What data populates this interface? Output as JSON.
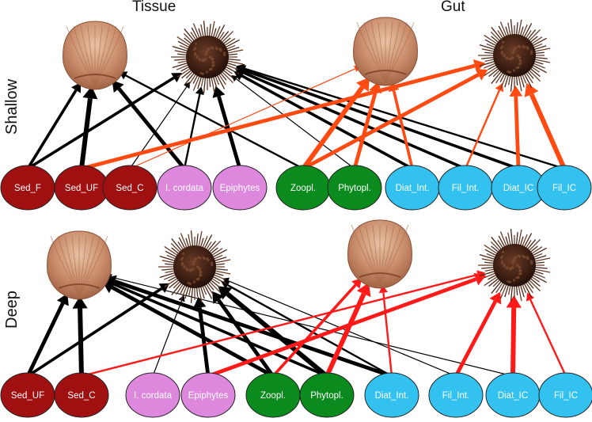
{
  "headers": {
    "left": "Tissue",
    "right": "Gut"
  },
  "rows": {
    "top": "Shallow",
    "bottom": "Deep"
  },
  "colors": {
    "sediment": "#a01010",
    "macrophyte": "#dd88dd",
    "plankton": "#0b8a1e",
    "microalgae": "#33c2f0",
    "tissue_link": "#000000",
    "gut_shallow_link": "#ff4a12",
    "gut_deep_link": "#ff1a1a"
  },
  "shallow": {
    "nodes": [
      {
        "id": "sed_f",
        "label": "Sed_F",
        "group": "sediment"
      },
      {
        "id": "sed_uf",
        "label": "Sed_UF",
        "group": "sediment"
      },
      {
        "id": "sed_c",
        "label": "Sed_C",
        "group": "sediment"
      },
      {
        "id": "icordata",
        "label": "I. cordata",
        "group": "macrophyte"
      },
      {
        "id": "epiphytes",
        "label": "Epiphytes",
        "group": "macrophyte"
      },
      {
        "id": "zoopl",
        "label": "Zoopl.",
        "group": "plankton"
      },
      {
        "id": "phytopl",
        "label": "Phytopl.",
        "group": "plankton"
      },
      {
        "id": "diat_int",
        "label": "Diat_Int.",
        "group": "microalgae"
      },
      {
        "id": "fil_int",
        "label": "Fil_Int.",
        "group": "microalgae"
      },
      {
        "id": "diat_ic",
        "label": "Diat_IC",
        "group": "microalgae"
      },
      {
        "id": "fil_ic",
        "label": "Fil_IC",
        "group": "microalgae"
      }
    ],
    "consumers": [
      {
        "id": "clam_tissue",
        "kind": "clam"
      },
      {
        "id": "urchin_tissue",
        "kind": "urchin"
      },
      {
        "id": "clam_gut",
        "kind": "clam"
      },
      {
        "id": "urchin_gut",
        "kind": "urchin"
      }
    ],
    "links": [
      {
        "from": "sed_f",
        "to": "clam_tissue",
        "weight": 3
      },
      {
        "from": "sed_uf",
        "to": "clam_tissue",
        "weight": 5
      },
      {
        "from": "sed_f",
        "to": "urchin_tissue",
        "weight": 3
      },
      {
        "from": "icordata",
        "to": "clam_tissue",
        "weight": 4
      },
      {
        "from": "icordata",
        "to": "urchin_tissue",
        "weight": 2
      },
      {
        "from": "epiphytes",
        "to": "urchin_tissue",
        "weight": 4
      },
      {
        "from": "sed_c",
        "to": "urchin_tissue",
        "weight": 1
      },
      {
        "from": "zoopl",
        "to": "clam_tissue",
        "weight": 2
      },
      {
        "from": "diat_int",
        "to": "urchin_tissue",
        "weight": 3
      },
      {
        "from": "fil_int",
        "to": "urchin_tissue",
        "weight": 3
      },
      {
        "from": "diat_ic",
        "to": "urchin_tissue",
        "weight": 3
      },
      {
        "from": "fil_ic",
        "to": "urchin_tissue",
        "weight": 2
      },
      {
        "from": "phytopl",
        "to": "urchin_tissue",
        "weight": 1
      },
      {
        "from": "sed_uf",
        "to": "urchin_gut",
        "weight": 4
      },
      {
        "from": "sed_c",
        "to": "clam_gut",
        "weight": 1
      },
      {
        "from": "zoopl",
        "to": "clam_gut",
        "weight": 5
      },
      {
        "from": "zoopl",
        "to": "urchin_gut",
        "weight": 4
      },
      {
        "from": "phytopl",
        "to": "clam_gut",
        "weight": 4
      },
      {
        "from": "diat_int",
        "to": "clam_gut",
        "weight": 3
      },
      {
        "from": "fil_int",
        "to": "urchin_gut",
        "weight": 2
      },
      {
        "from": "diat_ic",
        "to": "urchin_gut",
        "weight": 4
      },
      {
        "from": "fil_ic",
        "to": "urchin_gut",
        "weight": 5
      }
    ]
  },
  "deep": {
    "nodes": [
      {
        "id": "sed_uf",
        "label": "Sed_UF",
        "group": "sediment"
      },
      {
        "id": "sed_c",
        "label": "Sed_C",
        "group": "sediment"
      },
      {
        "id": "icordata",
        "label": "I. cordata",
        "group": "macrophyte"
      },
      {
        "id": "epiphytes",
        "label": "Epiphytes",
        "group": "macrophyte"
      },
      {
        "id": "zoopl",
        "label": "Zoopl.",
        "group": "plankton"
      },
      {
        "id": "phytopl",
        "label": "Phytopl.",
        "group": "plankton"
      },
      {
        "id": "diat_int",
        "label": "Diat_Int.",
        "group": "microalgae"
      },
      {
        "id": "fil_int",
        "label": "Fil_Int.",
        "group": "microalgae"
      },
      {
        "id": "diat_ic",
        "label": "Diat_IC",
        "group": "microalgae"
      },
      {
        "id": "fil_ic",
        "label": "Fil_IC",
        "group": "microalgae"
      }
    ],
    "consumers": [
      {
        "id": "clam_tissue",
        "kind": "clam"
      },
      {
        "id": "urchin_tissue",
        "kind": "urchin"
      },
      {
        "id": "clam_gut",
        "kind": "clam"
      },
      {
        "id": "urchin_gut",
        "kind": "urchin"
      }
    ],
    "links": [
      {
        "from": "sed_uf",
        "to": "clam_tissue",
        "weight": 4
      },
      {
        "from": "sed_c",
        "to": "clam_tissue",
        "weight": 5
      },
      {
        "from": "sed_uf",
        "to": "urchin_tissue",
        "weight": 3
      },
      {
        "from": "icordata",
        "to": "urchin_tissue",
        "weight": 1
      },
      {
        "from": "epiphytes",
        "to": "urchin_tissue",
        "weight": 4
      },
      {
        "from": "zoopl",
        "to": "clam_tissue",
        "weight": 4
      },
      {
        "from": "zoopl",
        "to": "urchin_tissue",
        "weight": 4
      },
      {
        "from": "phytopl",
        "to": "urchin_tissue",
        "weight": 5
      },
      {
        "from": "phytopl",
        "to": "clam_tissue",
        "weight": 3
      },
      {
        "from": "diat_int",
        "to": "clam_tissue",
        "weight": 4
      },
      {
        "from": "diat_int",
        "to": "urchin_tissue",
        "weight": 2
      },
      {
        "from": "fil_int",
        "to": "urchin_tissue",
        "weight": 1
      },
      {
        "from": "diat_ic",
        "to": "clam_tissue",
        "weight": 1
      },
      {
        "from": "sed_c",
        "to": "urchin_gut",
        "weight": 2
      },
      {
        "from": "epiphytes",
        "to": "urchin_gut",
        "weight": 4
      },
      {
        "from": "zoopl",
        "to": "clam_gut",
        "weight": 3
      },
      {
        "from": "phytopl",
        "to": "clam_gut",
        "weight": 5
      },
      {
        "from": "diat_int",
        "to": "clam_gut",
        "weight": 2
      },
      {
        "from": "fil_int",
        "to": "urchin_gut",
        "weight": 4
      },
      {
        "from": "diat_ic",
        "to": "urchin_gut",
        "weight": 5
      },
      {
        "from": "fil_ic",
        "to": "urchin_gut",
        "weight": 2
      }
    ]
  }
}
